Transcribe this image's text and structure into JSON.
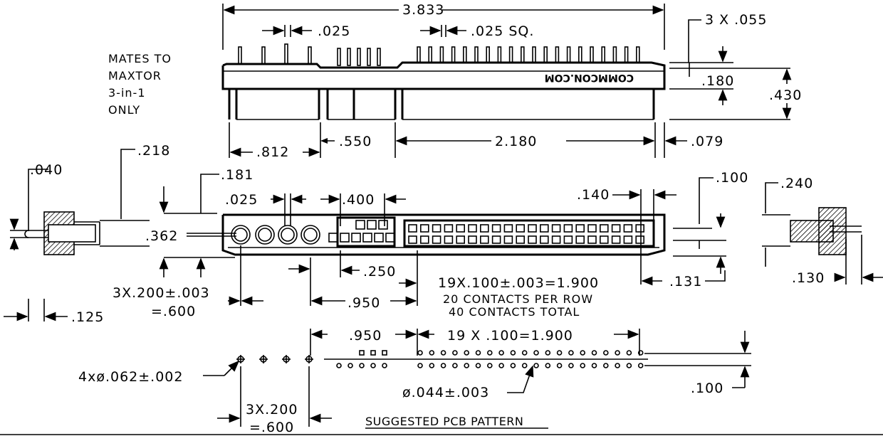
{
  "top_view": {
    "overall_length": "3.833",
    "pin_width": ".025",
    "pin_square": ".025 SQ.",
    "hole_count_dia": "3 X .055",
    "mates_note": [
      "MATES TO",
      "MAXTOR",
      "3-in-1",
      "ONLY"
    ],
    "brand_text": "COMMCON.COM",
    "height_180": ".180",
    "height_430": ".430",
    "seg_812": ".812",
    "seg_550": ".550",
    "seg_2180": "2.180",
    "seg_079": ".079"
  },
  "side_left": {
    "dim_040": ".040",
    "dim_218": ".218",
    "dim_125": ".125"
  },
  "front_view": {
    "dim_181": ".181",
    "dim_025": ".025",
    "dim_400": ".400",
    "dim_140": ".140",
    "dim_100": ".100",
    "dim_362": ".362",
    "dim_250": ".250",
    "dim_950": ".950",
    "dim_131": ".131",
    "power_pitch": "3X.200±.003",
    "power_pitch_total": "=.600",
    "signal_pitch": "19X.100±.003=1.900",
    "contacts_per_row": "20 CONTACTS PER ROW",
    "contacts_total": "40 CONTACTS TOTAL"
  },
  "side_right": {
    "dim_240": ".240",
    "dim_130": ".130"
  },
  "pcb": {
    "dim_950": ".950",
    "signal_pitch": "19 X .100=1.900",
    "power_holes": "4xø.062±.002",
    "signal_holes": "ø.044±.003",
    "row_spacing": ".100",
    "power_pitch": "3X.200",
    "power_pitch_total": "=.600",
    "title": "SUGGESTED PCB PATTERN"
  }
}
